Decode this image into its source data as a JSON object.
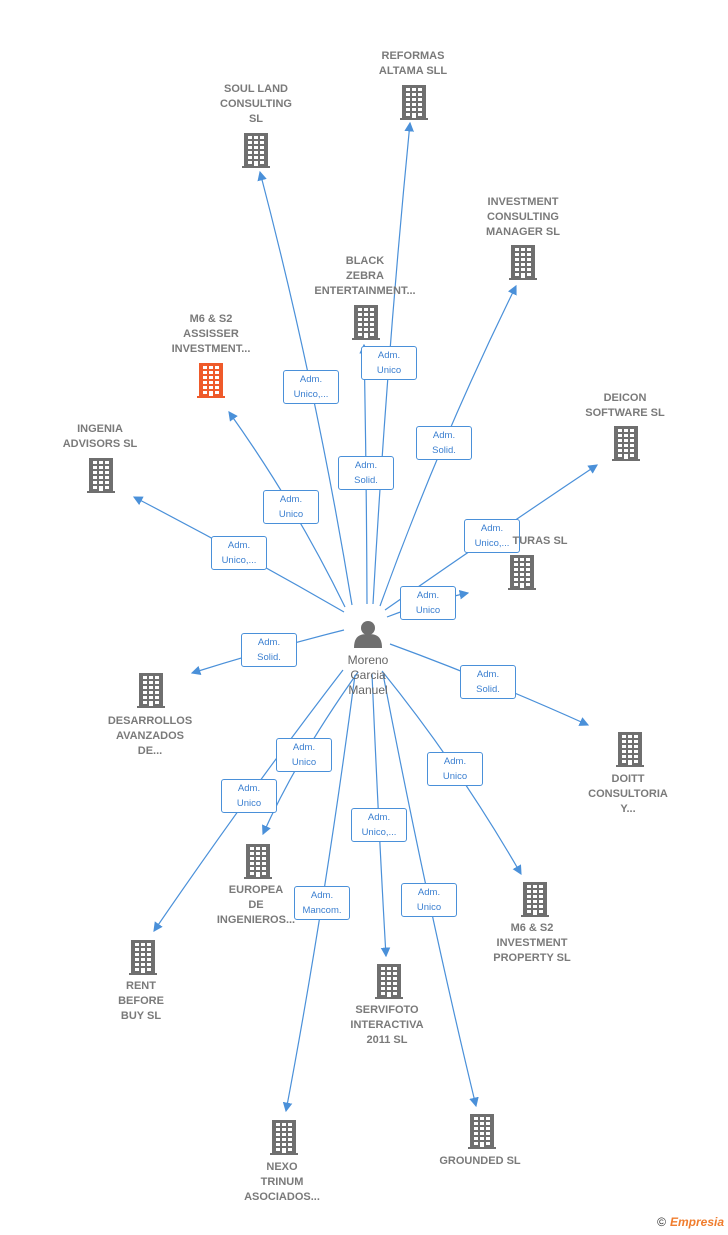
{
  "person": {
    "name": "Moreno\nGarcia\nManuel"
  },
  "colors": {
    "edge": "#4a90d9",
    "building": "#6f6f6f",
    "highlight": "#ef5a2a"
  },
  "companies": [
    {
      "id": "soul-land",
      "label": "SOUL LAND\nCONSULTING\nSL"
    },
    {
      "id": "reformas",
      "label": "REFORMAS\nALTAMA SLL"
    },
    {
      "id": "investment-consulting",
      "label": "INVESTMENT\nCONSULTING\nMANAGER  SL"
    },
    {
      "id": "black-zebra",
      "label": "BLACK\nZEBRA\nENTERTAINMENT..."
    },
    {
      "id": "m6-assisser",
      "label": "M6 & S2\nASSISSER\nINVESTMENT...",
      "highlight": true
    },
    {
      "id": "ingenia",
      "label": "INGENIA\nADVISORS  SL"
    },
    {
      "id": "deicon",
      "label": "DEICON\nSOFTWARE  SL"
    },
    {
      "id": "turas",
      "label": "TURAS SL"
    },
    {
      "id": "desarrollos",
      "label": "DESARROLLOS\nAVANZADOS\nDE..."
    },
    {
      "id": "doitt",
      "label": "DOITT\nCONSULTORIA\nY..."
    },
    {
      "id": "europea",
      "label": "EUROPEA\nDE\nINGENIEROS..."
    },
    {
      "id": "rent-before",
      "label": "RENT\nBEFORE\nBUY SL"
    },
    {
      "id": "m6-property",
      "label": "M6 & S2\nINVESTMENT\nPROPERTY  SL"
    },
    {
      "id": "servifoto",
      "label": "SERVIFOTO\nINTERACTIVA\n2011 SL"
    },
    {
      "id": "nexo",
      "label": "NEXO\nTRINUM\nASOCIADOS..."
    },
    {
      "id": "grounded",
      "label": "GROUNDED  SL"
    }
  ],
  "relations": [
    {
      "to": "soul-land",
      "label": "Adm.\nUnico,..."
    },
    {
      "to": "reformas",
      "label": "Adm.\nUnico"
    },
    {
      "to": "investment-consulting",
      "label": "Adm.\nSolid."
    },
    {
      "to": "black-zebra",
      "label": "Adm.\nSolid."
    },
    {
      "to": "m6-assisser",
      "label": "Adm.\nUnico"
    },
    {
      "to": "ingenia",
      "label": "Adm.\nUnico,..."
    },
    {
      "to": "deicon",
      "label": "Adm.\nUnico,..."
    },
    {
      "to": "turas",
      "label": "Adm.\nUnico"
    },
    {
      "to": "desarrollos",
      "label": "Adm.\nSolid."
    },
    {
      "to": "doitt",
      "label": "Adm.\nSolid."
    },
    {
      "to": "europea",
      "label": "Adm.\nUnico"
    },
    {
      "to": "rent-before",
      "label": "Adm.\nUnico"
    },
    {
      "to": "m6-property",
      "label": "Adm.\nUnico"
    },
    {
      "to": "servifoto",
      "label": "Adm.\nUnico,..."
    },
    {
      "to": "nexo",
      "label": "Adm.\nMancom."
    },
    {
      "to": "grounded",
      "label": "Adm.\nUnico"
    }
  ],
  "footer": {
    "copyright": "©",
    "brand": "Empresia"
  }
}
